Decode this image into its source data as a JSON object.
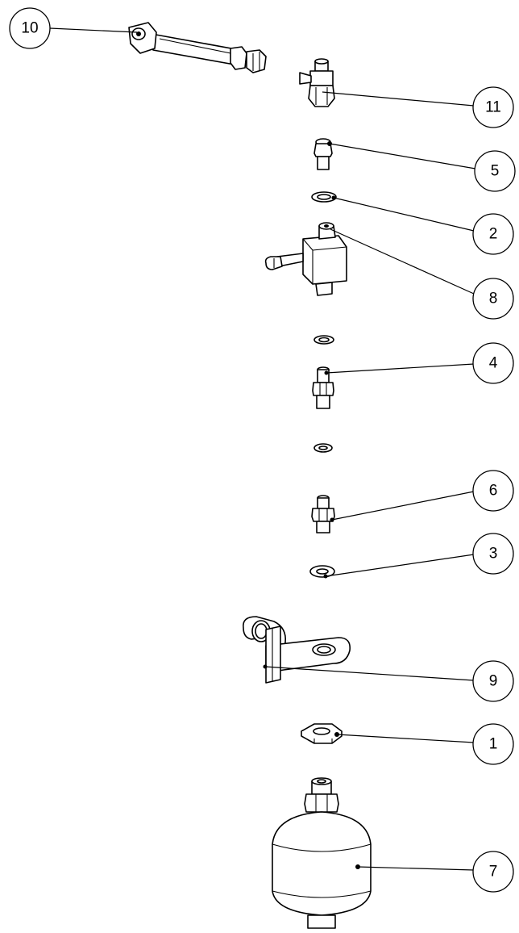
{
  "drawing": {
    "type": "exploded-view parts diagram",
    "line_color": "#000000",
    "background": "#ffffff"
  },
  "balloons": [
    {
      "id": "10",
      "label": "10"
    },
    {
      "id": "11",
      "label": "11"
    },
    {
      "id": "5",
      "label": "5"
    },
    {
      "id": "2",
      "label": "2"
    },
    {
      "id": "8",
      "label": "8"
    },
    {
      "id": "4",
      "label": "4"
    },
    {
      "id": "6",
      "label": "6"
    },
    {
      "id": "3",
      "label": "3"
    },
    {
      "id": "9",
      "label": "9"
    },
    {
      "id": "1",
      "label": "1"
    },
    {
      "id": "7",
      "label": "7"
    }
  ]
}
